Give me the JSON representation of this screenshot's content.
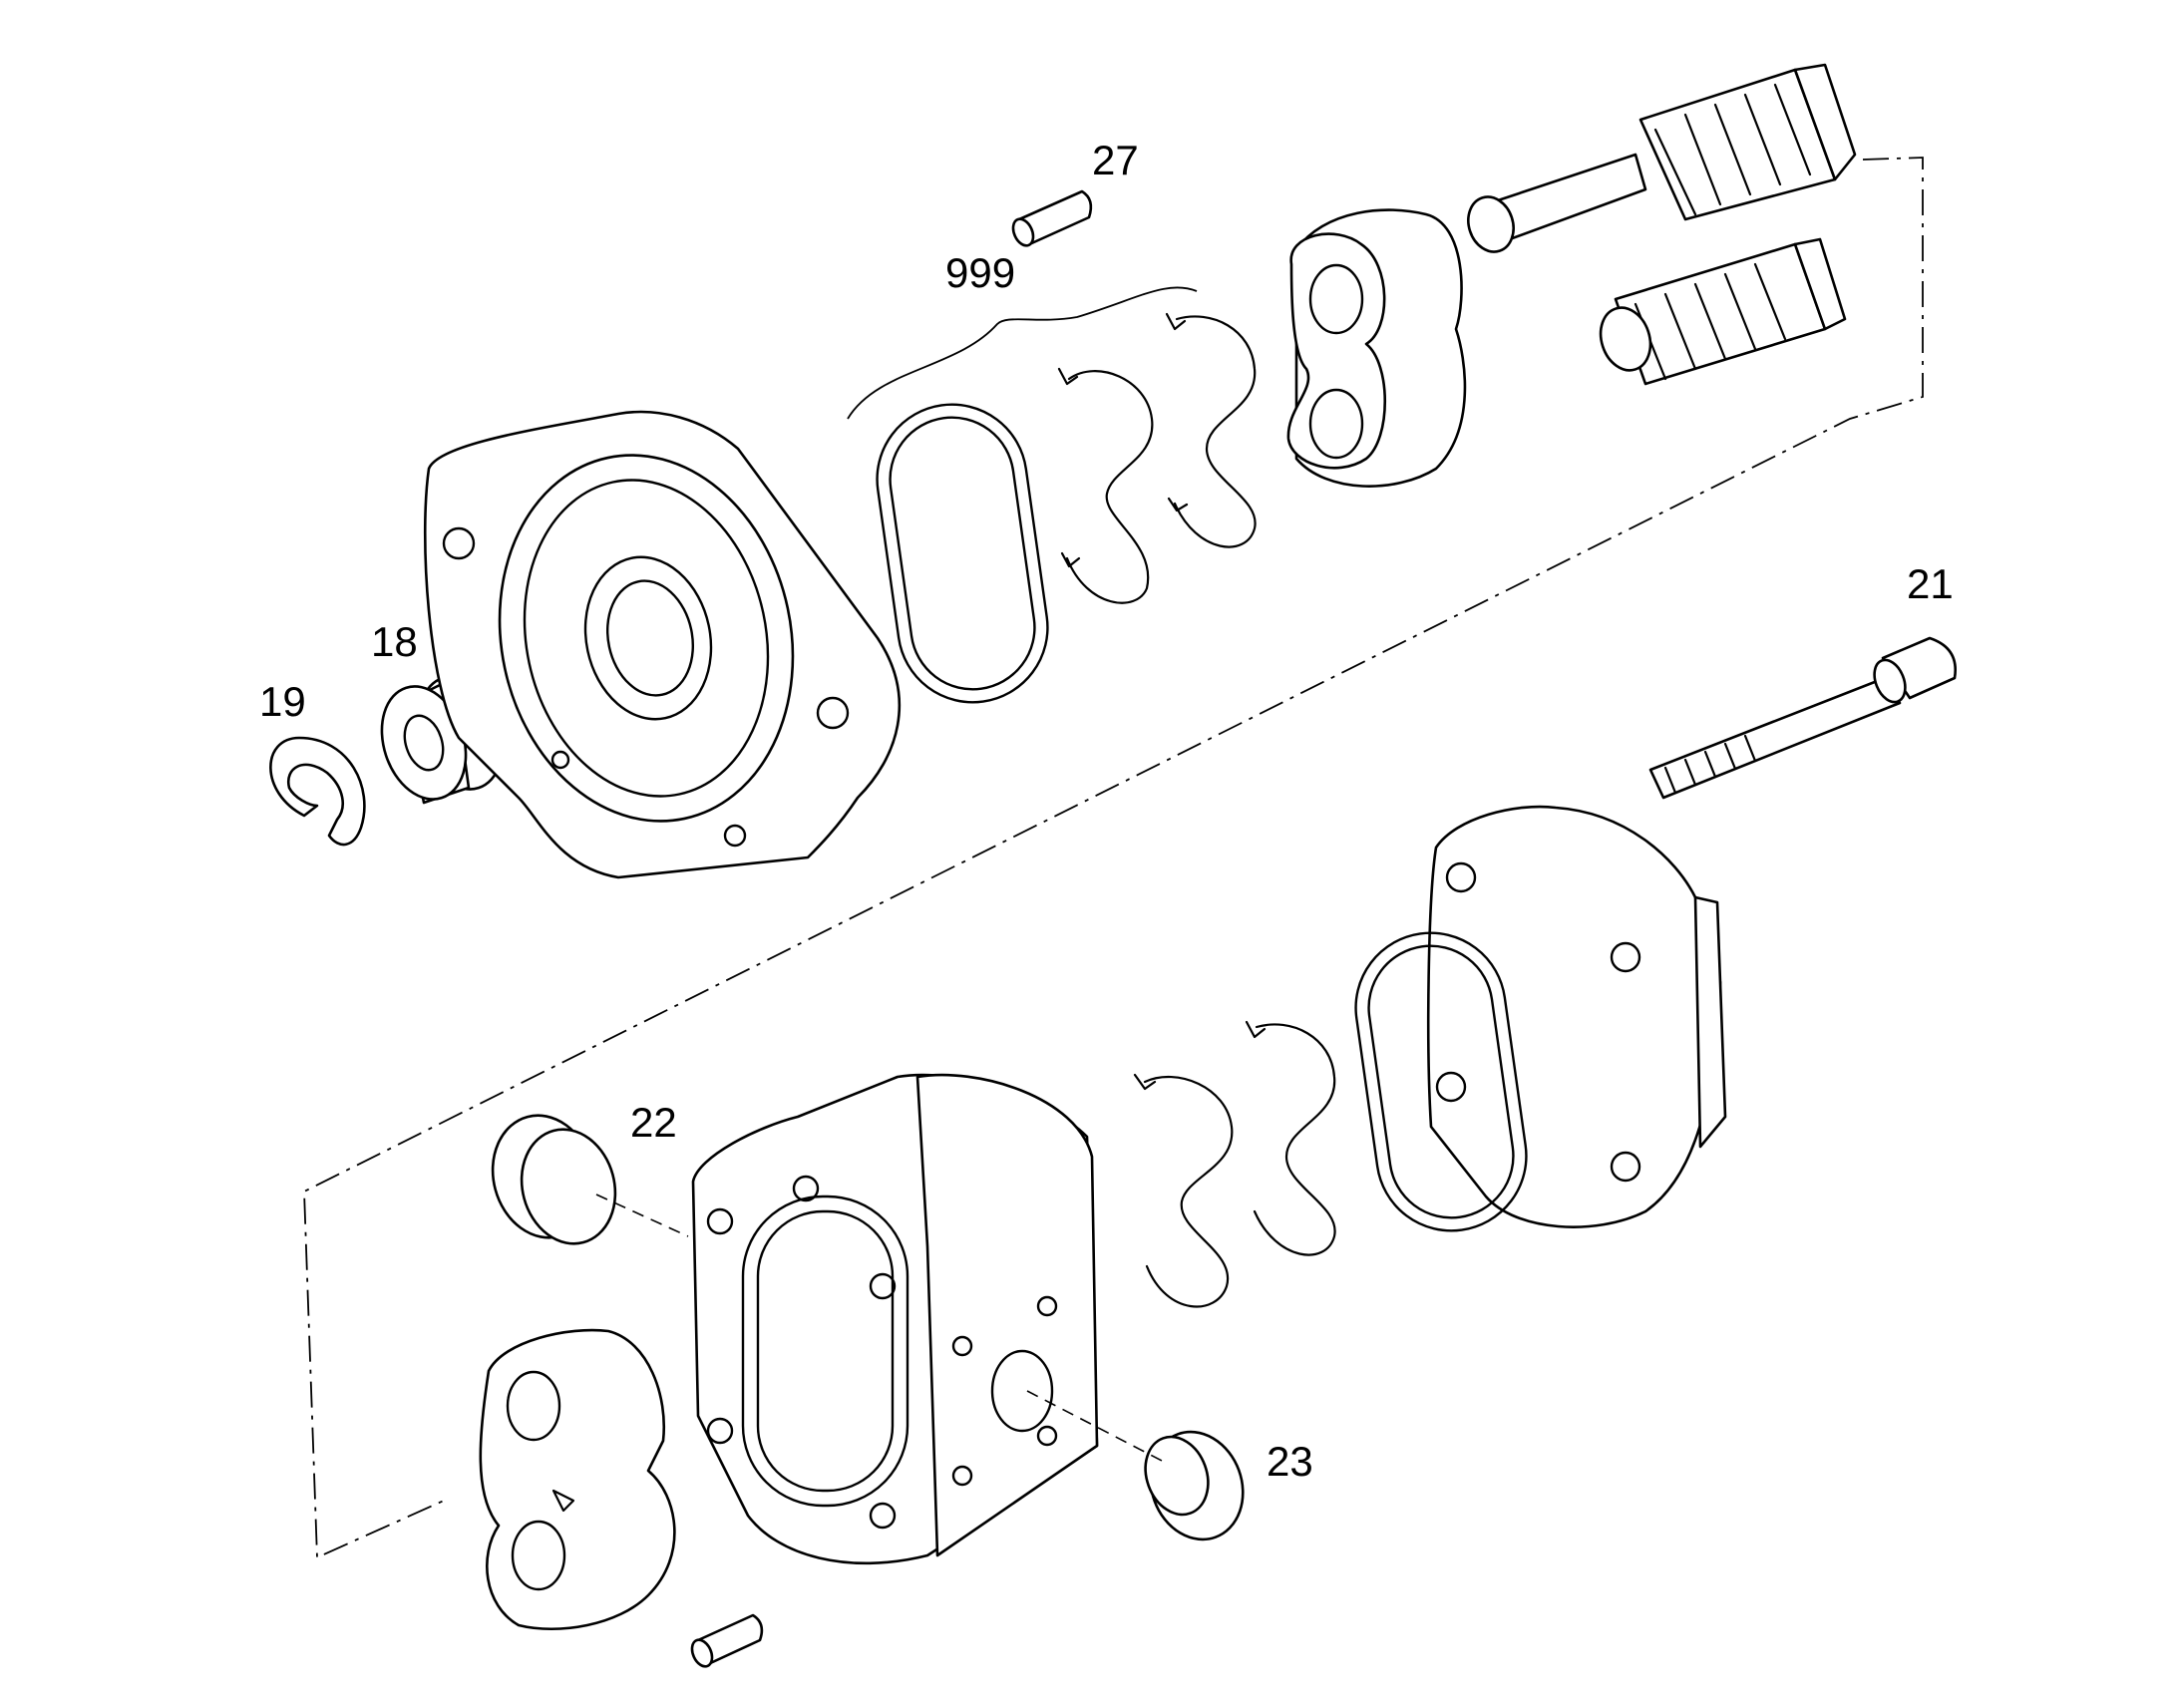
{
  "diagram": {
    "callouts": [
      {
        "id": "27",
        "label": "27"
      },
      {
        "id": "999",
        "label": "999"
      },
      {
        "id": "18",
        "label": "18"
      },
      {
        "id": "19",
        "label": "19"
      },
      {
        "id": "21",
        "label": "21"
      },
      {
        "id": "22",
        "label": "22"
      },
      {
        "id": "23",
        "label": "23"
      }
    ]
  }
}
